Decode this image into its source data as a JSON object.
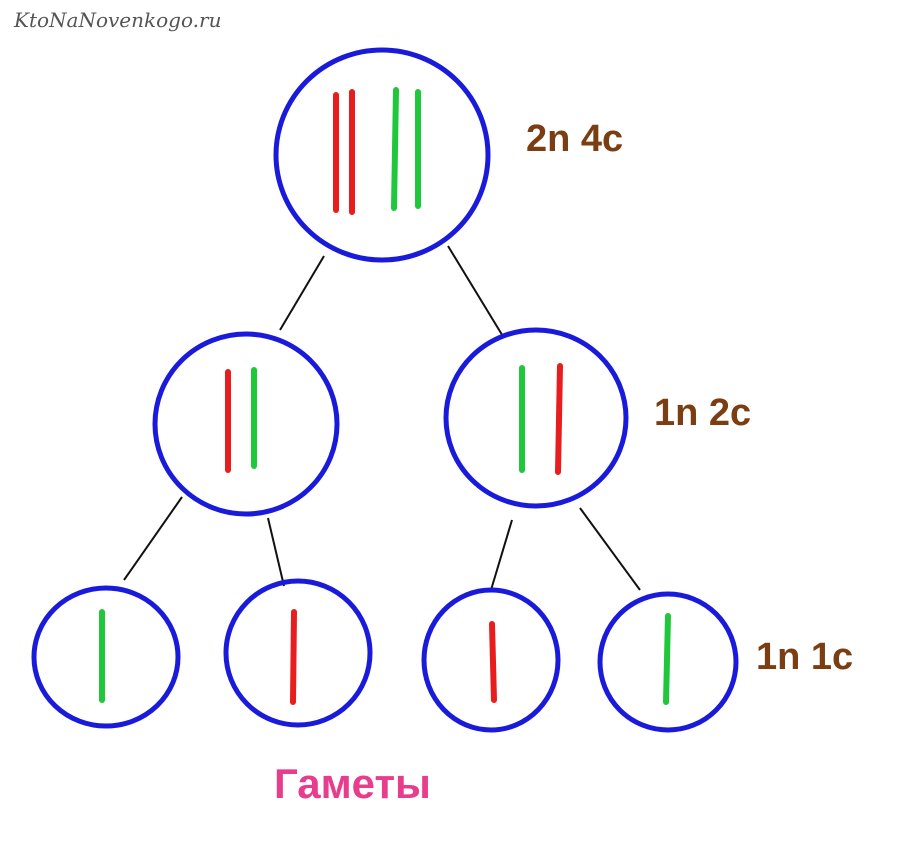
{
  "watermark": "KtoNaNovenkogo.ru",
  "levels": {
    "top": "2n 4c",
    "middle": "1n 2c",
    "bottom": "1n 1c"
  },
  "gametes_label": "Гаметы",
  "colors": {
    "cell_outline": "#1a1adb",
    "chromosome_red": "#e81e1e",
    "chromosome_green": "#1ec83a",
    "connector": "#111111",
    "level_label": "#7a3e12",
    "gametes_label": "#e83d8c"
  }
}
